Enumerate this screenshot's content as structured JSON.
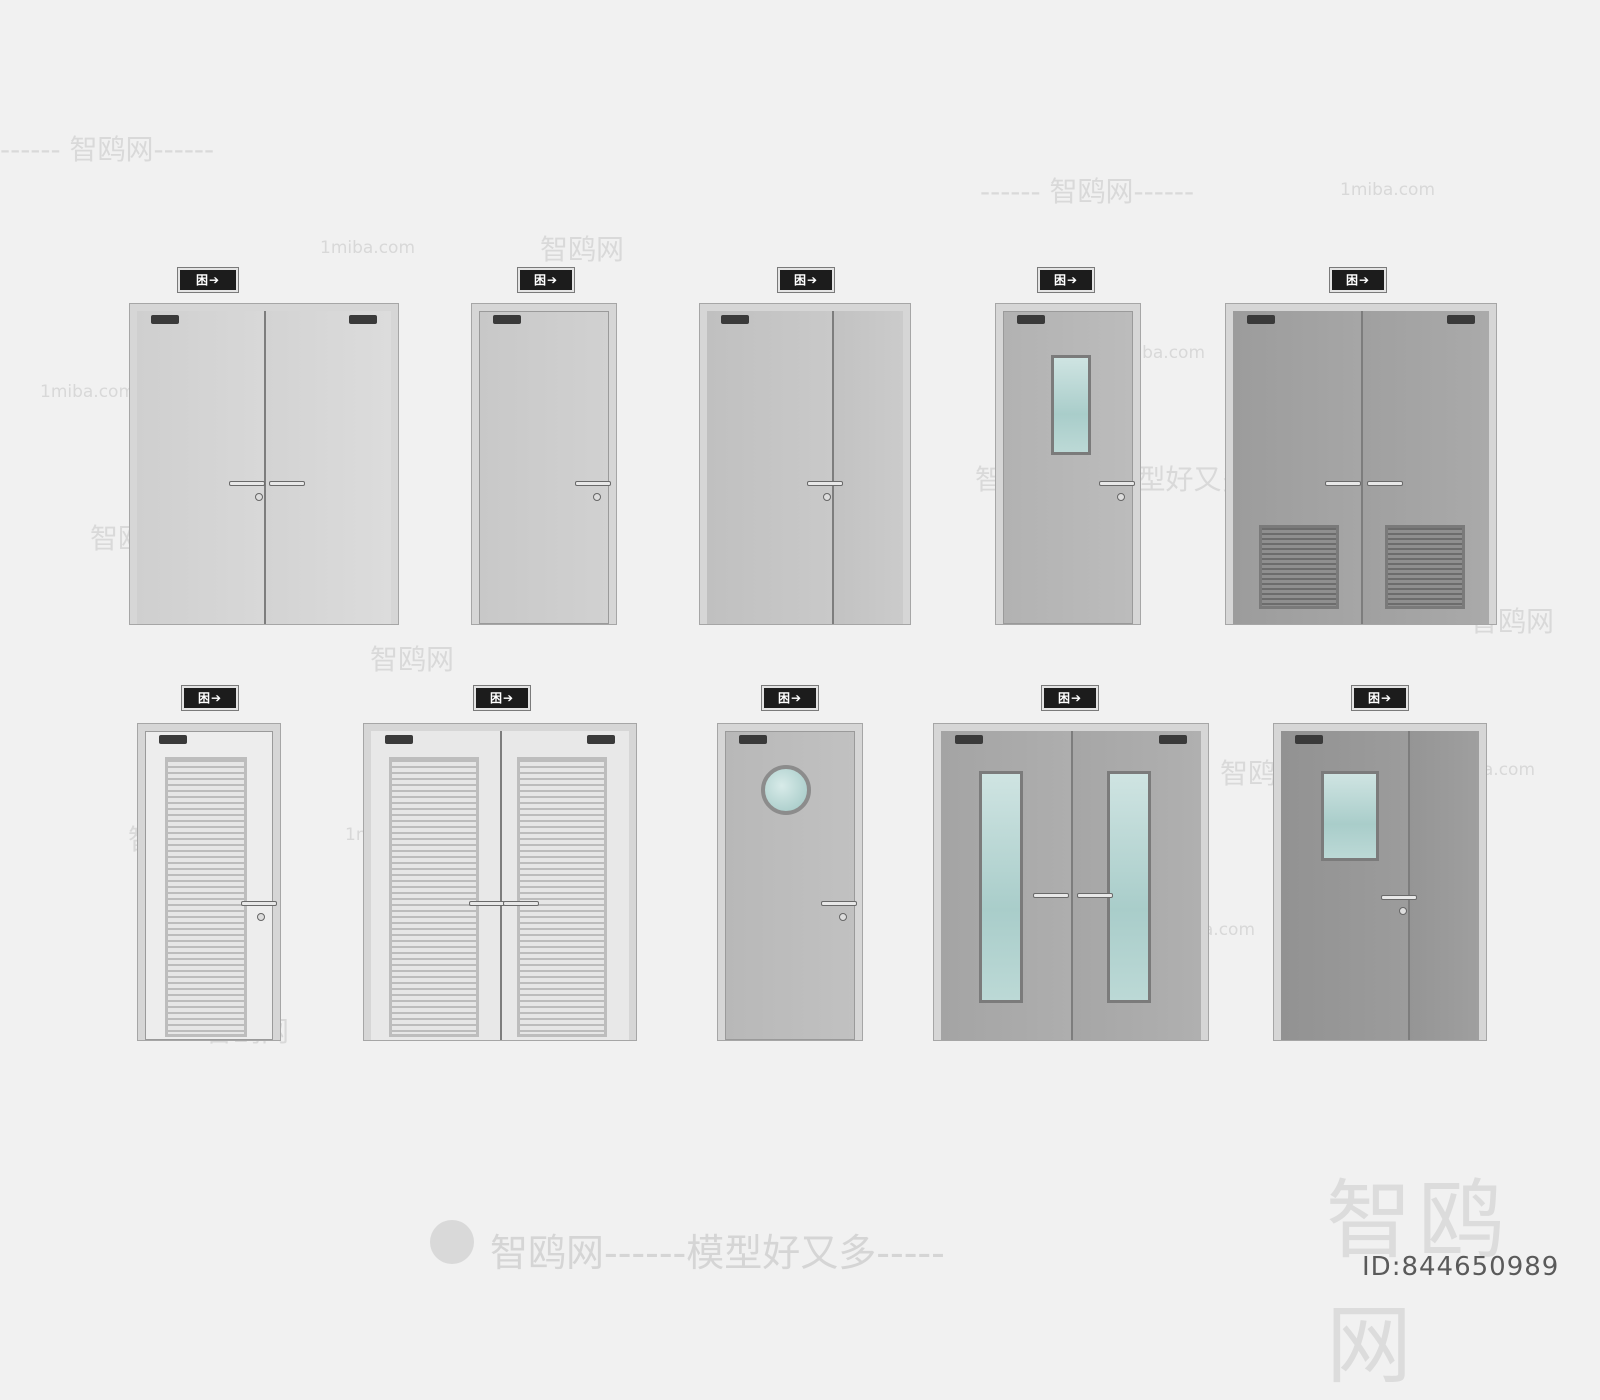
{
  "colors": {
    "background": "#f1f1f1",
    "door_light": "#c9c9c9",
    "door_mid": "#ababab",
    "door_dark": "#999999",
    "sign_bg": "#1c1c1c"
  },
  "exit_sign": {
    "glyph": "困➔",
    "icon": "exit-arrow-icon"
  },
  "watermarks": {
    "cn": "智鸥网",
    "site": "1miba.com",
    "dashes_cn": "------ 智鸥网------",
    "slogan": "智鸥网------模型好又多-----",
    "mid_slogan": "智鸥网-----模型好又多"
  },
  "brand": {
    "big": "智鸥网",
    "id": "ID:844650989"
  },
  "doors_row1": [
    "double-leaf-door",
    "single-door",
    "unequal-double-door",
    "single-door-with-vision-panel",
    "double-door-with-louvers"
  ],
  "doors_row2": [
    "single-louvered-door",
    "double-louvered-door",
    "single-door-with-porthole",
    "double-door-with-tall-glass",
    "unequal-double-door-with-vision-panel"
  ]
}
